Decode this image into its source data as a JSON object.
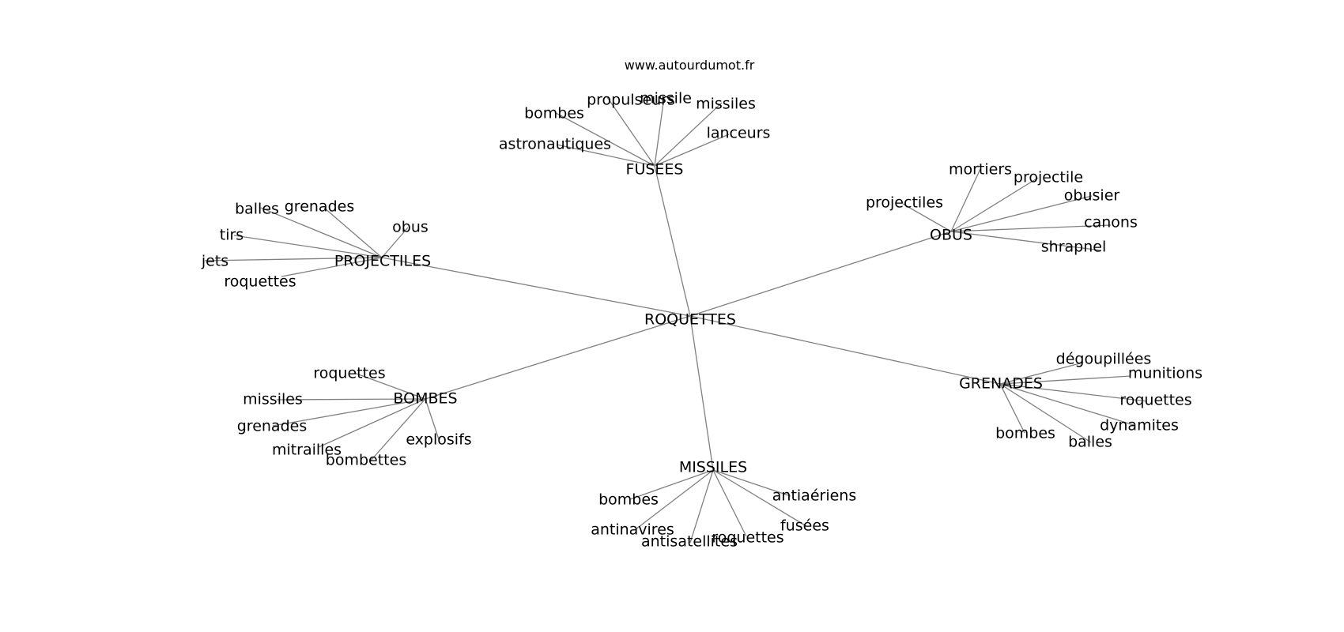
{
  "source_credit": "www.autourdumot.fr",
  "colors": {
    "edge": "#808080",
    "text": "#000000",
    "background": "#ffffff"
  },
  "graph": {
    "root": {
      "id": "root",
      "label": "ROQUETTES"
    },
    "clusters": [
      {
        "id": "fusees",
        "label": "FUSEES",
        "children": [
          "astronautiques",
          "bombes",
          "propulseurs",
          "missile",
          "missiles",
          "lanceurs"
        ]
      },
      {
        "id": "projectiles",
        "label": "PROJECTILES",
        "children": [
          "balles",
          "grenades",
          "obus",
          "tirs",
          "jets",
          "roquettes"
        ]
      },
      {
        "id": "obus",
        "label": "OBUS",
        "children": [
          "projectiles",
          "mortiers",
          "projectile",
          "obusier",
          "canons",
          "shrapnel"
        ]
      },
      {
        "id": "bombes",
        "label": "BOMBES",
        "children": [
          "roquettes",
          "missiles",
          "grenades",
          "mitrailles",
          "bombettes",
          "explosifs"
        ]
      },
      {
        "id": "grenades",
        "label": "GRENADES",
        "children": [
          "dégoupillées",
          "munitions",
          "roquettes",
          "dynamites",
          "balles",
          "bombes"
        ]
      },
      {
        "id": "missiles",
        "label": "MISSILES",
        "children": [
          "bombes",
          "antinavires",
          "antisatellites",
          "roquettes",
          "fusées",
          "antiaériens"
        ]
      }
    ]
  }
}
